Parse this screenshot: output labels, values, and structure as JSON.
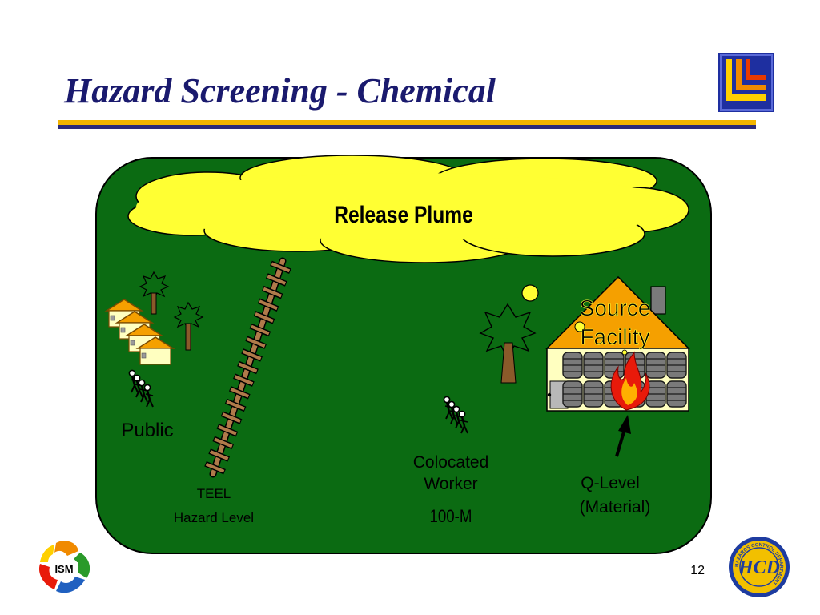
{
  "slide": {
    "title": "Hazard Screening - Chemical",
    "page_number": "12"
  },
  "logos": {
    "top_right": "LL-logo",
    "bottom_left_text": "ISM",
    "bottom_right_text": "HCD",
    "bottom_right_ring_text": "HAZARDS CONTROL DEPARTMENT"
  },
  "diagram": {
    "plume_label": "Release Plume",
    "public_label": "Public",
    "teel_label_line1": "TEEL",
    "teel_label_line2": "Hazard Level",
    "worker_label_line1": "Colocated",
    "worker_label_line2": "Worker",
    "distance_label": "100-M",
    "source_label_line1": "Source",
    "source_label_line2": "Facility",
    "qlevel_label_line1": "Q-Level",
    "qlevel_label_line2": "(Material)"
  },
  "colors": {
    "field_green": "#0b6b12",
    "plume_yellow": "#ffff33",
    "title_navy": "#1a1a6e",
    "rule_gold": "#f2b400",
    "roof_orange": "#f5a000",
    "fire_red": "#e81a0a"
  },
  "icons": [
    "tree-icon",
    "house-icon",
    "people-icon",
    "fence-icon",
    "barrel-icon",
    "fire-icon",
    "arrow-icon"
  ]
}
